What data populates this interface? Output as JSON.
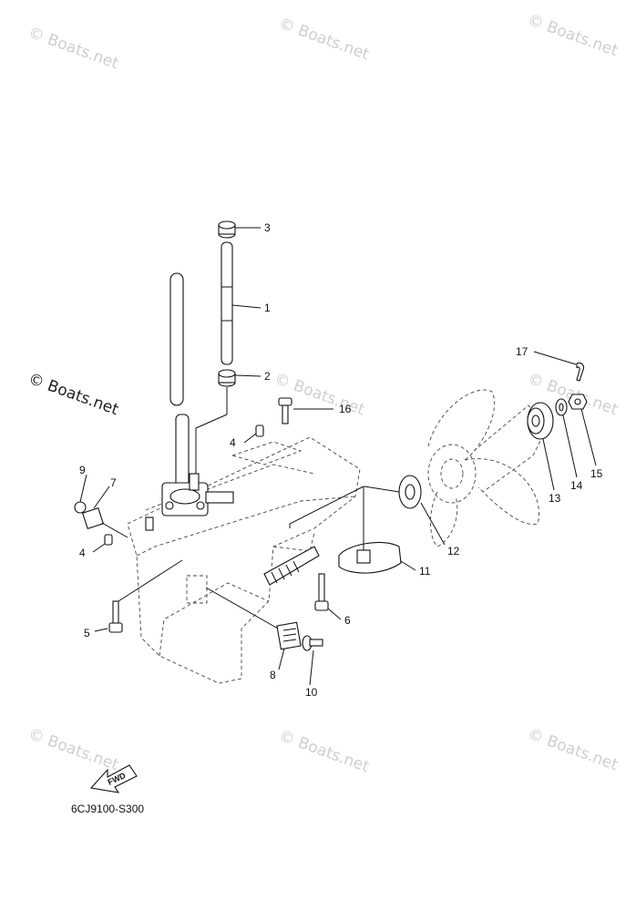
{
  "watermarks": {
    "light": "© Boats.net",
    "dark": "© Boats.net"
  },
  "diagram": {
    "code": "6CJ9100-S300",
    "fwd_label": "FWD",
    "callouts": [
      "1",
      "2",
      "3",
      "4",
      "4",
      "5",
      "6",
      "7",
      "8",
      "9",
      "10",
      "11",
      "12",
      "13",
      "14",
      "15",
      "16",
      "17"
    ]
  }
}
